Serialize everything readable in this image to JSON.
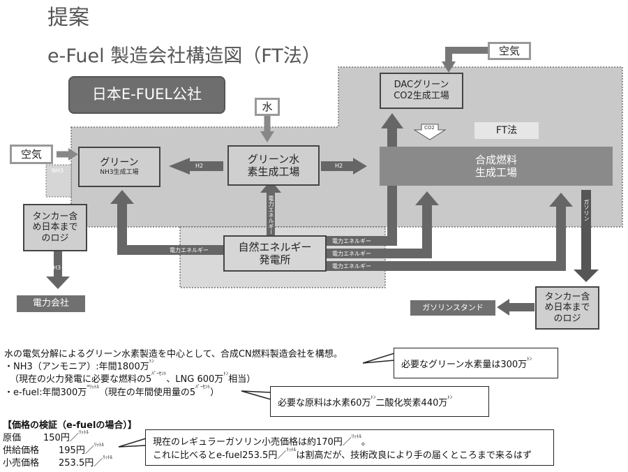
{
  "title": "提案",
  "subtitle": "e-Fuel 製造会社構造図（FT法）",
  "company_box": "日本E-FUEL公社",
  "inputs": {
    "air_left": "空気",
    "air_top": "空気",
    "water": "水"
  },
  "nodes": {
    "nh3_plant": {
      "line1": "グリーン",
      "line2": "NH3生成工場"
    },
    "h2_plant": {
      "line1": "グリーン水",
      "line2": "素生成工場"
    },
    "dac_plant": {
      "line1": "DACグリーン",
      "line2": "CO2生成工場"
    },
    "synfuel_plant": {
      "line1": "合成燃料",
      "line2": "生成工場"
    },
    "power_plant": {
      "line1": "自然エネルギー",
      "line2": "発電所"
    },
    "tanker_left": {
      "line1": "タンカー含",
      "line2": "め日本まで",
      "line3": "のロジ"
    },
    "tanker_right": {
      "line1": "タンカー含",
      "line2": "め日本まで",
      "line3": "のロジ"
    },
    "power_company": "電力会社",
    "gas_station": "ガソリンスタンド",
    "ft_label": "FT法"
  },
  "edge_labels": {
    "h2_left": "H2",
    "h2_right": "H2",
    "nh3": "NH3",
    "nh3_down": "NH3",
    "co2": "CO2",
    "gasoline": "ガソリン",
    "elec_left": "電力エネルギー",
    "elec_up": "電力エネルギー",
    "elec_r1": "電力エネルギー",
    "elec_r2": "電力エネルギー",
    "elec_r3": "電力エネルギー"
  },
  "body": {
    "line1": "水の電気分解によるグリーン水素製造を中心として、合成CN燃料製造会社を構想。",
    "line2a": "・NH3（アンモニア）:年間1800万",
    "line2_unit": "ﾄﾝ",
    "line3a": "（現在の火力発電に必要な燃料の5",
    "line3_unit1": "ﾊﾟｰｾﾝﾄ",
    "line3b": "、LNG 600万",
    "line3_unit2": "ﾄﾝ",
    "line3c": "相当）",
    "line4a": "・e-fuel:年間300万",
    "line4_unit1": "*ﾘｯﾄﾙ",
    "line4b": "（現在の年間使用量の5",
    "line4_unit2": "ﾊﾟｰｾﾝﾄ",
    "line4c": "）"
  },
  "notes": {
    "n1a": "必要なグリーン水素量は300万",
    "n1_unit": "ﾄﾝ",
    "n2a": "必要な原料は水素60万",
    "n2_unit1": "ﾄﾝ",
    "n2b": "二酸化炭素440万",
    "n2_unit2": "ﾄﾝ",
    "n3_line1a": "現在のレギュラーガソリン小売価格は約170円／",
    "n3_unit1": "ﾘｯﾄﾙ",
    "n3_line1b": "。",
    "n3_line2a": "これに比べるとe-fuel253.5円／",
    "n3_unit2": "ﾘｯﾄﾙ",
    "n3_line2b": "は割高だが、技術改良により手の届くところまで来るはず"
  },
  "price": {
    "heading": "【価格の検証（e-fuelの場合）】",
    "rows": [
      {
        "label": "原価",
        "value": "150円／",
        "unit": "ﾘｯﾄﾙ"
      },
      {
        "label": "供給価格",
        "value": "195円／",
        "unit": "ﾘｯﾄﾙ"
      },
      {
        "label": "小売価格",
        "value": "253.5円／",
        "unit": "ﾘｯﾄﾙ"
      }
    ]
  },
  "colors": {
    "region": "#c9c9c9",
    "box": "#cfcfcf",
    "arrow": "#666666",
    "dark_box": "#707070"
  }
}
